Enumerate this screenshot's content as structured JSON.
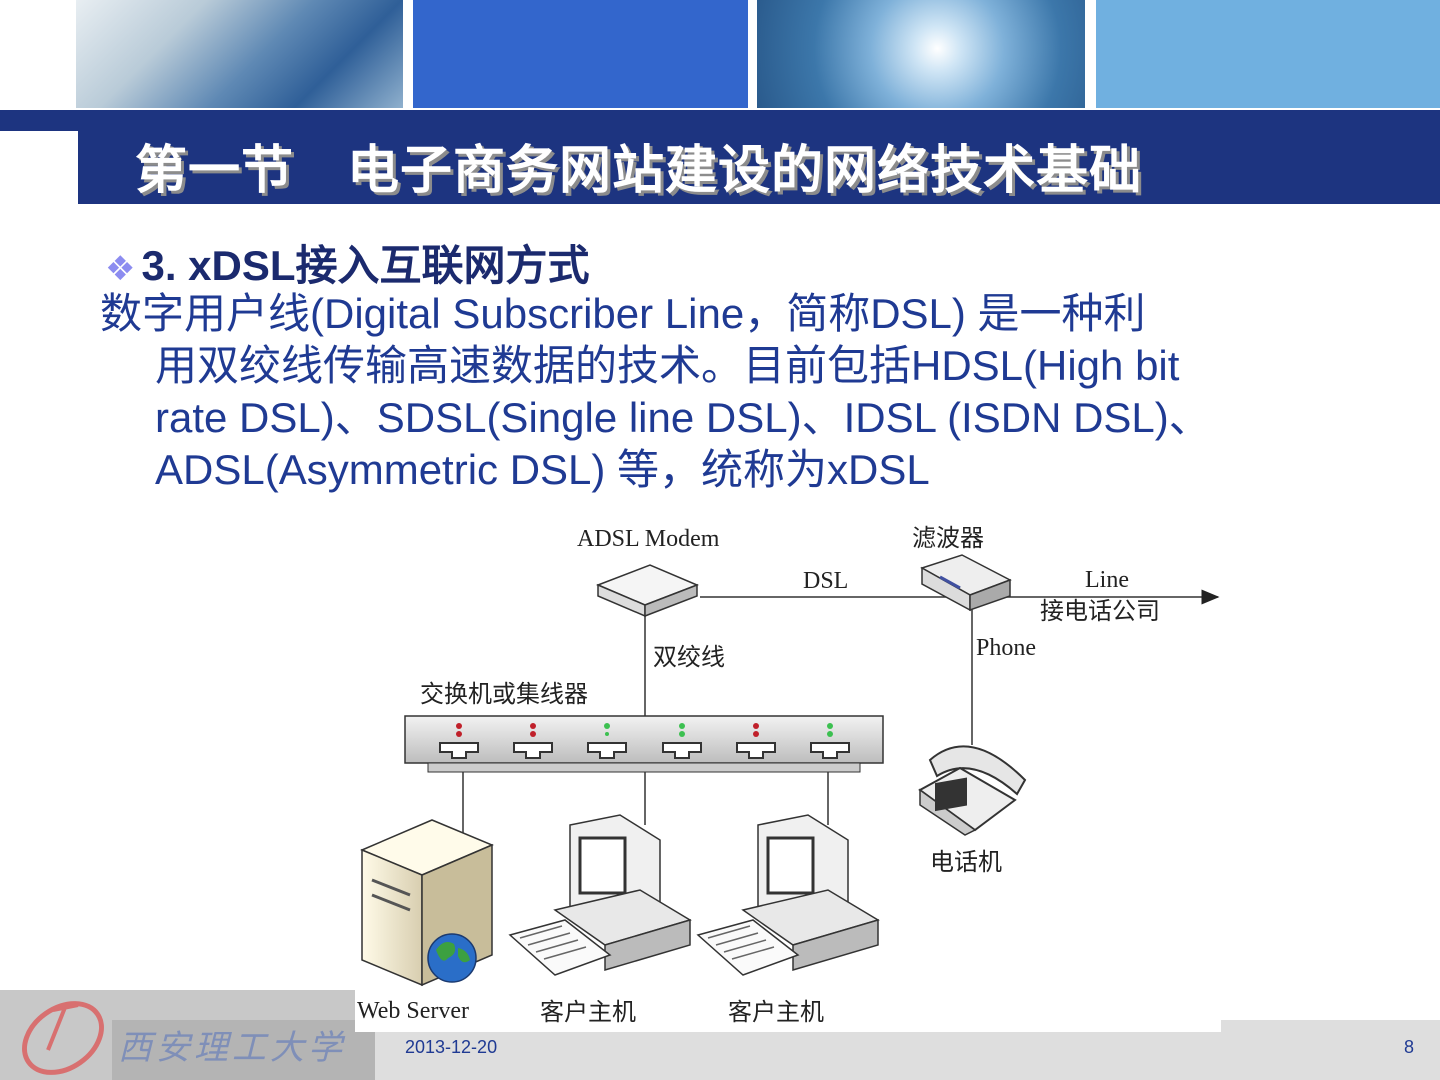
{
  "slide": {
    "title": "第一节　电子商务网站建设的网络技术基础",
    "heading_bullet_icon": "diamond-bullet-icon",
    "heading": "3. xDSL接入互联网方式",
    "paragraph_lines": [
      "数字用户线(Digital Subscriber Line，简称DSL) 是一种利",
      "用双绞线传输高速数据的技术。目前包括HDSL(High bit",
      "rate DSL)、SDSL(Single line DSL)、IDSL  (ISDN DSL)、",
      "ADSL(Asymmetric DSL) 等，统称为xDSL"
    ]
  },
  "diagram": {
    "adsl_modem": "ADSL Modem",
    "filter": "滤波器",
    "dsl": "DSL",
    "line": "Line",
    "to_phone_company": "接电话公司",
    "twisted_pair": "双绞线",
    "phone": "Phone",
    "switch_hub": "交换机或集线器",
    "telephone": "电话机",
    "web_server": "Web Server",
    "client1": "客户主机",
    "client2": "客户主机"
  },
  "footer": {
    "logo_text": "西安理工大学",
    "date": "2013-12-20",
    "page_number": "8"
  },
  "colors": {
    "title_band": "#1d3480",
    "heading": "#1b2a6e",
    "body_text": "#1f3a93",
    "led_red": "#c0202a",
    "led_green": "#3cc050"
  }
}
